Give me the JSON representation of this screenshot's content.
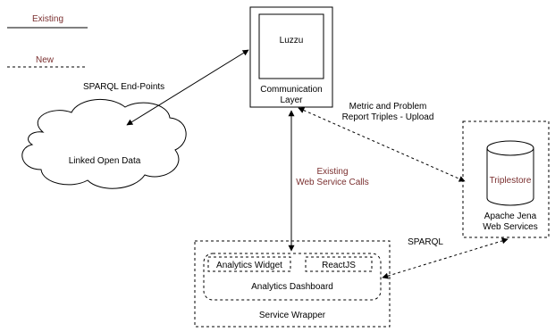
{
  "legend": {
    "existing_label": "Existing",
    "new_label": "New"
  },
  "nodes": {
    "luzzu": "Luzzu",
    "communication_layer": [
      "Communication",
      "Layer"
    ],
    "linked_open_data": "Linked Open Data",
    "triplestore": "Triplestore",
    "apache_jena": [
      "Apache Jena",
      "Web Services"
    ],
    "analytics_widget": "Analytics Widget",
    "reactjs": "ReactJS",
    "analytics_dashboard": "Analytics Dashboard",
    "service_wrapper": "Service Wrapper"
  },
  "edges": {
    "sparql_endpoints": "SPARQL End-Points",
    "metric_problem": [
      "Metric and Problem",
      "Report Triples - Upload"
    ],
    "existing_calls": [
      "Existing",
      "Web Service Calls"
    ],
    "sparql": "SPARQL"
  },
  "colors": {
    "line": "#000000",
    "legend_text": "#7a2f2f"
  }
}
